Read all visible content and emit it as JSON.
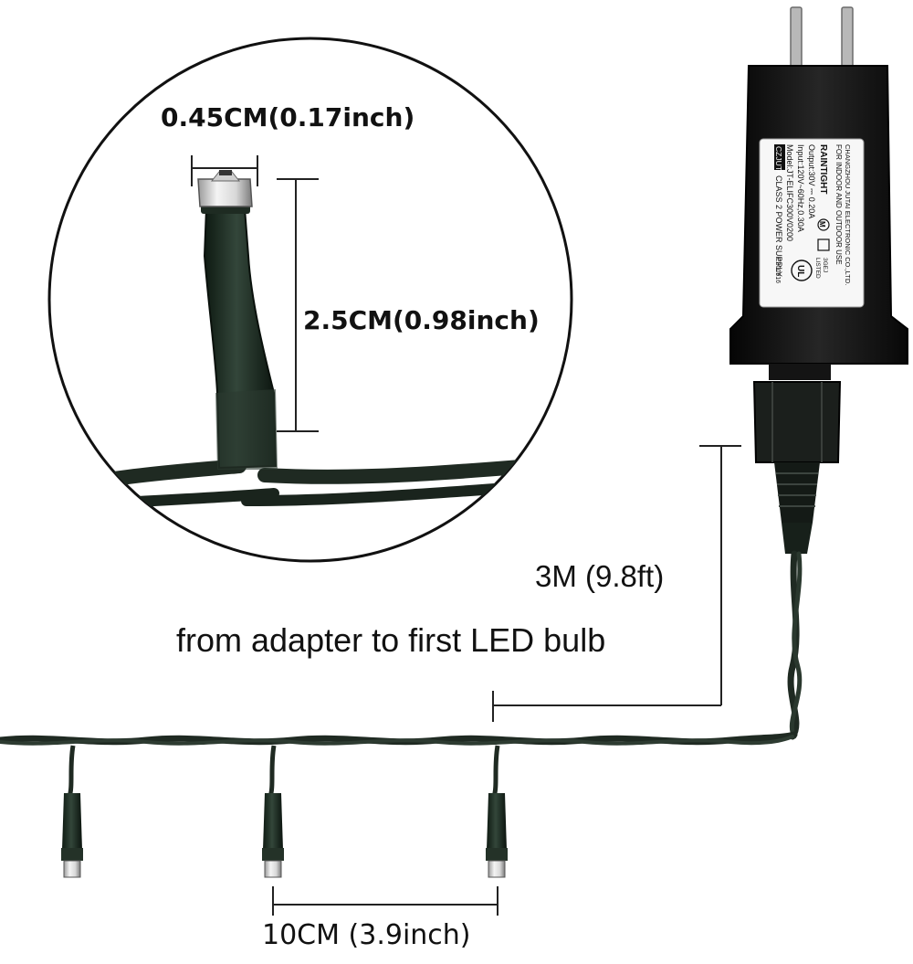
{
  "dimensions": {
    "bulb_width": "0.45CM(0.17inch)",
    "bulb_length": "2.5CM(0.98inch)",
    "lead_wire": "3M (9.8ft)",
    "lead_wire_desc": "from adapter to first LED bulb",
    "bulb_spacing": "10CM (3.9inch)"
  },
  "adapter_label": {
    "brand": "CZJUTA",
    "lines": [
      "CLASS 2 POWER SUPPLY",
      "Model:JT-ELIFC300V0200",
      "Input:120V~60Hz,0.30A",
      "Output:30V ⎓ 0.20A",
      "RAINTIGHT",
      "FOR INDOOR AND OUTDOOR USE",
      "CHANGZHOU JUTAI ELECTRONIC CO.,LTD."
    ],
    "cert": "E300916",
    "listed": "LISTED",
    "listed_code": "3GEJ"
  },
  "colors": {
    "wire": "#1f2a22",
    "adapter": "#141414",
    "bulb_cap": "#e8e8e8",
    "dimension_line": "#222222"
  }
}
